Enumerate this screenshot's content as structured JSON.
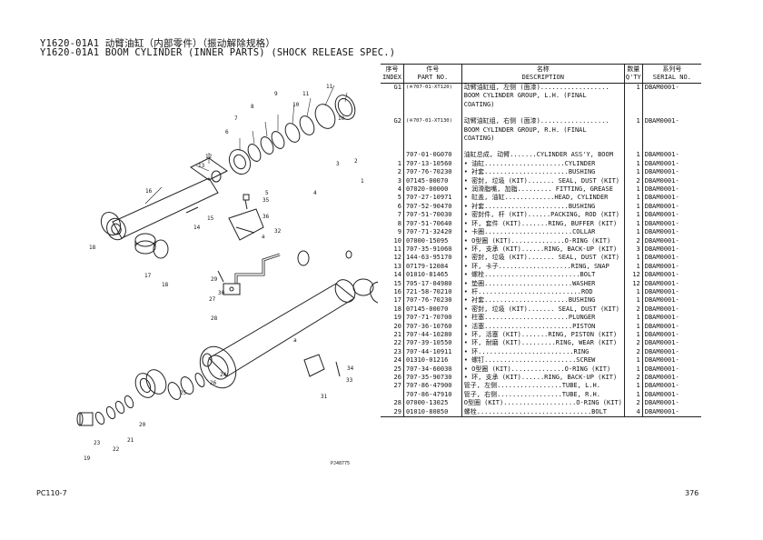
{
  "title": {
    "line1": "Y1620-01A1 动臂油缸（内部零件）（振动解除规格）",
    "line2": "Y1620-01A1 BOOM CYLINDER (INNER PARTS) (SHOCK RELEASE SPEC.)"
  },
  "table": {
    "headers": {
      "index": [
        "序号",
        "INDEX"
      ],
      "part": [
        "件号",
        "PART NO."
      ],
      "desc": [
        "名称",
        "DESCRIPTION"
      ],
      "qty": [
        "数量",
        "Q'TY"
      ],
      "serial": [
        "系列号",
        "SERIAL NO."
      ]
    },
    "groups": [
      {
        "index": "G1",
        "part": "(※707-01-XT120)",
        "desc": [
          "动臂油缸组, 左侧 (面漆)..................",
          "BOOM CYLINDER GROUP, L.H. (FINAL",
          "COATING)"
        ],
        "qty": "1",
        "serial": "DBAM0001-"
      },
      {
        "index": "G2",
        "part": "(※707-01-XT130)",
        "desc": [
          "动臂油缸组, 右侧 (面漆)..................",
          "BOOM CYLINDER GROUP, R.H. (FINAL",
          "COATING)"
        ],
        "qty": "1",
        "serial": "DBAM0001-"
      }
    ],
    "rows": [
      {
        "index": "",
        "part": "707-01-0G070",
        "desc": "油缸总成, 动臂.......CYLINDER ASS'Y, BOOM",
        "qty": "1",
        "serial": "DBAM0001-"
      },
      {
        "index": "1",
        "part": "707-13-10560",
        "desc": "• 油缸.....................CYLINDER",
        "qty": "1",
        "serial": "DBAM0001-"
      },
      {
        "index": "2",
        "part": "707-76-70230",
        "desc": "• 衬套......................BUSHING",
        "qty": "1",
        "serial": "DBAM0001-"
      },
      {
        "index": "3",
        "part": "07145-00070",
        "desc": "• 密封, 垃圾 (KIT)....... SEAL, DUST (KIT)",
        "qty": "2",
        "serial": "DBAM0001-"
      },
      {
        "index": "4",
        "part": "07020-00000",
        "desc": "• 润滑脂嘴, 加脂......... FITTING, GREASE",
        "qty": "1",
        "serial": "DBAM0001-"
      },
      {
        "index": "5",
        "part": "707-27-10971",
        "desc": "• 缸盖, 油缸.............HEAD, CYLINDER",
        "qty": "1",
        "serial": "DBAM0001-"
      },
      {
        "index": "6",
        "part": "707-52-90470",
        "desc": "• 衬套......................BUSHING",
        "qty": "1",
        "serial": "DBAM0001-"
      },
      {
        "index": "7",
        "part": "707-51-70030",
        "desc": "• 密封件, 杆 (KIT)......PACKING, ROD (KIT)",
        "qty": "1",
        "serial": "DBAM0001-"
      },
      {
        "index": "8",
        "part": "707-51-70640",
        "desc": "• 环, 套件 (KIT).......RING, BUFFER (KIT)",
        "qty": "1",
        "serial": "DBAM0001-"
      },
      {
        "index": "9",
        "part": "707-71-32420",
        "desc": "• 卡圈.......................COLLAR",
        "qty": "1",
        "serial": "DBAM0001-"
      },
      {
        "index": "10",
        "part": "07000-15095",
        "desc": "• O型圈 (KIT)..............O-RING (KIT)",
        "qty": "2",
        "serial": "DBAM0001-"
      },
      {
        "index": "11",
        "part": "707-35-91060",
        "desc": "• 环, 支承 (KIT)......RING, BACK-UP (KIT)",
        "qty": "3",
        "serial": "DBAM0001-"
      },
      {
        "index": "12",
        "part": "144-63-95170",
        "desc": "• 密封, 垃圾 (KIT)....... SEAL, DUST (KIT)",
        "qty": "1",
        "serial": "DBAM0001-"
      },
      {
        "index": "13",
        "part": "07179-12084",
        "desc": "• 环, 卡子...................RING, SNAP",
        "qty": "1",
        "serial": "DBAM0001-"
      },
      {
        "index": "14",
        "part": "01010-81465",
        "desc": "• 螺栓.........................BOLT",
        "qty": "12",
        "serial": "DBAM0001-"
      },
      {
        "index": "15",
        "part": "705-17-04980",
        "desc": "• 垫圈.......................WASHER",
        "qty": "12",
        "serial": "DBAM0001-"
      },
      {
        "index": "16",
        "part": "721-58-70210",
        "desc": "• 杆...........................ROD",
        "qty": "1",
        "serial": "DBAM0001-"
      },
      {
        "index": "17",
        "part": "707-76-70230",
        "desc": "• 衬套......................BUSHING",
        "qty": "1",
        "serial": "DBAM0001-"
      },
      {
        "index": "18",
        "part": "07145-00070",
        "desc": "• 密封, 垃圾 (KIT)....... SEAL, DUST (KIT)",
        "qty": "2",
        "serial": "DBAM0001-"
      },
      {
        "index": "19",
        "part": "707-71-70700",
        "desc": "• 柱塞......................PLUNGER",
        "qty": "1",
        "serial": "DBAM0001-"
      },
      {
        "index": "20",
        "part": "707-36-10760",
        "desc": "• 活塞.......................PISTON",
        "qty": "1",
        "serial": "DBAM0001-"
      },
      {
        "index": "21",
        "part": "707-44-10280",
        "desc": "• 环, 活塞 (KIT).......RING, PISTON (KIT)",
        "qty": "1",
        "serial": "DBAM0001-"
      },
      {
        "index": "22",
        "part": "707-39-10550",
        "desc": "• 环, 耐磨 (KIT).........RING, WEAR (KIT)",
        "qty": "2",
        "serial": "DBAM0001-"
      },
      {
        "index": "23",
        "part": "707-44-10911",
        "desc": "• 环.........................RING",
        "qty": "2",
        "serial": "DBAM0001-"
      },
      {
        "index": "24",
        "part": "01310-01216",
        "desc": "• 螺钉........................SCREW",
        "qty": "1",
        "serial": "DBAM0001-"
      },
      {
        "index": "25",
        "part": "707-34-60030",
        "desc": "• O型圈 (KIT)..............O-RING (KIT)",
        "qty": "1",
        "serial": "DBAM0001-"
      },
      {
        "index": "26",
        "part": "707-35-90730",
        "desc": "• 环, 支承 (KIT)......RING, BACK-UP (KIT)",
        "qty": "2",
        "serial": "DBAM0001-"
      },
      {
        "index": "27",
        "part": "707-86-47900",
        "desc": "管子, 左侧.................TUBE, L.H.",
        "qty": "1",
        "serial": "DBAM0001-"
      },
      {
        "index": "",
        "part": "707-86-47910",
        "desc": "管子, 右侧.................TUBE, R.H.",
        "qty": "1",
        "serial": "DBAM0001-"
      },
      {
        "index": "28",
        "part": "07000-13025",
        "desc": "O型圈 (KIT)...................O-RING (KIT)",
        "qty": "2",
        "serial": "DBAM0001-"
      },
      {
        "index": "29",
        "part": "01010-80850",
        "desc": "螺栓..............................BOLT",
        "qty": "4",
        "serial": "DBAM0001-"
      }
    ]
  },
  "diagram": {
    "labels": [
      "1",
      "2",
      "3",
      "4",
      "5",
      "6",
      "7",
      "8",
      "9",
      "10",
      "11",
      "10",
      "11",
      "12",
      "13",
      "14",
      "15",
      "16",
      "17",
      "18",
      "18",
      "19",
      "20",
      "21",
      "22",
      "23",
      "24",
      "25",
      "26",
      "27",
      "28",
      "29",
      "30",
      "31",
      "32",
      "33",
      "34",
      "35",
      "36",
      "a",
      "a"
    ],
    "drawing_no": "PJ48775"
  },
  "footer": {
    "model": "PC110-7",
    "page": "376"
  }
}
